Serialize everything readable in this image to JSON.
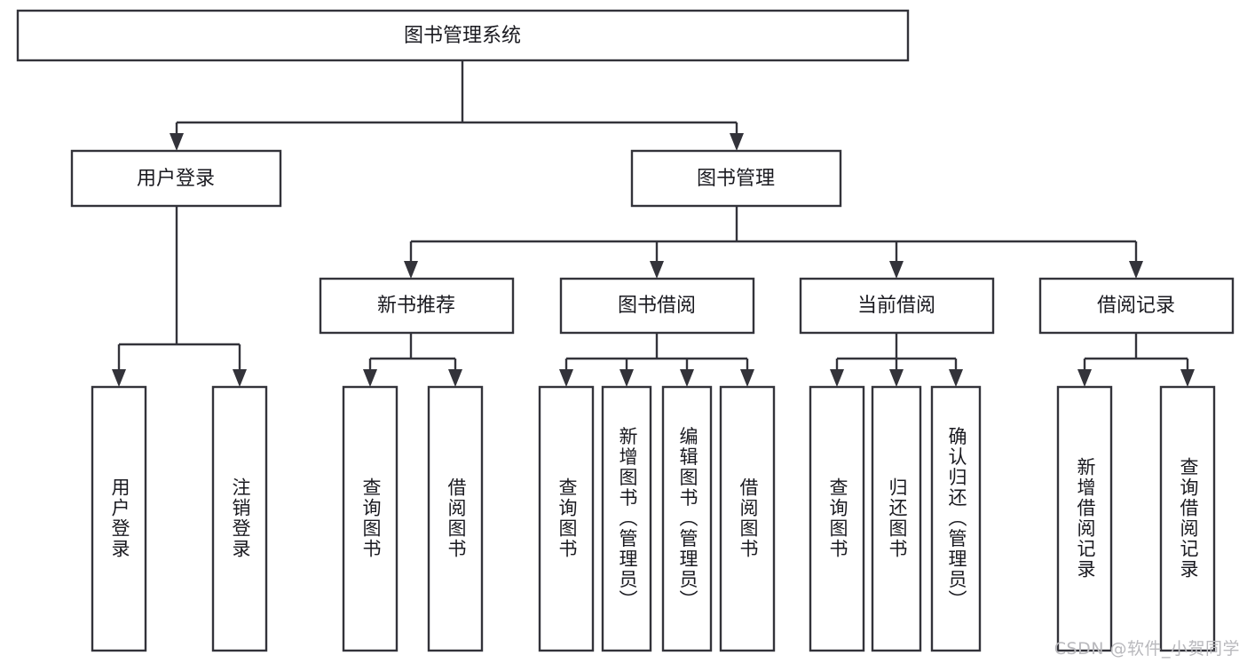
{
  "diagram": {
    "type": "tree",
    "title": "图书管理系统",
    "watermark": "CSDN @软件_小贺同学",
    "colors": {
      "stroke": "#33333a",
      "fill": "#ffffff",
      "text": "#1a1a20",
      "watermark": "#b9b9bd"
    },
    "nodes": {
      "root": {
        "label": "图书管理系统"
      },
      "level2": [
        {
          "id": "user-login",
          "label": "用户登录"
        },
        {
          "id": "book-management",
          "label": "图书管理"
        }
      ],
      "level3": [
        {
          "id": "new-book-recommend",
          "label": "新书推荐",
          "parent": "book-management"
        },
        {
          "id": "book-borrow",
          "label": "图书借阅",
          "parent": "book-management"
        },
        {
          "id": "current-borrow",
          "label": "当前借阅",
          "parent": "book-management"
        },
        {
          "id": "borrow-record",
          "label": "借阅记录",
          "parent": "book-management"
        }
      ],
      "leaves": [
        {
          "id": "leaf-user-login",
          "label": "用户登录",
          "parent": "user-login"
        },
        {
          "id": "leaf-logout",
          "label": "注销登录",
          "parent": "user-login"
        },
        {
          "id": "leaf-query-book-1",
          "label": "查询图书",
          "parent": "new-book-recommend"
        },
        {
          "id": "leaf-borrow-book-1",
          "label": "借阅图书",
          "parent": "new-book-recommend"
        },
        {
          "id": "leaf-query-book-2",
          "label": "查询图书",
          "parent": "book-borrow"
        },
        {
          "id": "leaf-add-book",
          "label": "新增图书（管理员）",
          "parent": "book-borrow"
        },
        {
          "id": "leaf-edit-book",
          "label": "编辑图书（管理员）",
          "parent": "book-borrow"
        },
        {
          "id": "leaf-borrow-book-2",
          "label": "借阅图书",
          "parent": "book-borrow"
        },
        {
          "id": "leaf-query-book-3",
          "label": "查询图书",
          "parent": "current-borrow"
        },
        {
          "id": "leaf-return-book",
          "label": "归还图书",
          "parent": "current-borrow"
        },
        {
          "id": "leaf-confirm-return",
          "label": "确认归还（管理员）",
          "parent": "current-borrow"
        },
        {
          "id": "leaf-add-record",
          "label": "新增借阅记录",
          "parent": "borrow-record"
        },
        {
          "id": "leaf-query-record",
          "label": "查询借阅记录",
          "parent": "borrow-record"
        }
      ]
    }
  }
}
